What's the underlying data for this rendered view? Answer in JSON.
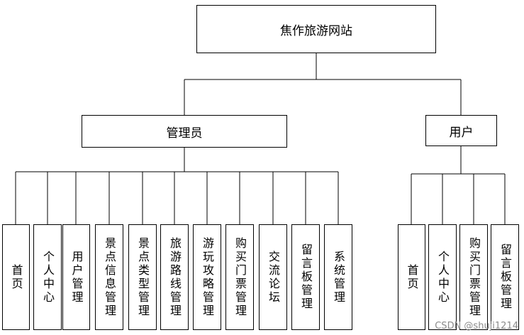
{
  "root": {
    "label": "焦作旅游网站"
  },
  "branches": [
    {
      "label": "管理员",
      "children": [
        "首页",
        "个人中心",
        "用户管理",
        "景点信息管理",
        "景点类型管理",
        "旅游路线管理",
        "游玩攻略管理",
        "购买门票管理",
        "交流论坛",
        "留言板管理",
        "系统管理"
      ]
    },
    {
      "label": "用户",
      "children": [
        "首页",
        "个人中心",
        "购买门票管理",
        "留言板管理"
      ]
    }
  ],
  "watermark": "CSDN @shuji1214"
}
